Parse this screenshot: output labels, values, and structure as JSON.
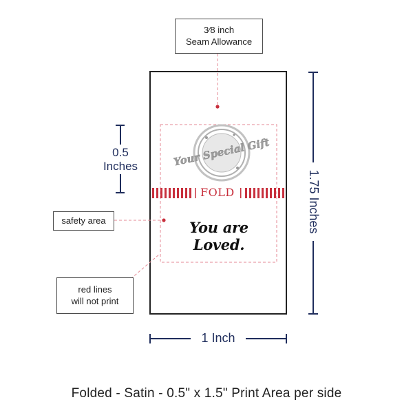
{
  "callouts": {
    "seam_line1": "3⁄8 inch",
    "seam_line2": "Seam Allowance",
    "safety_area": "safety area",
    "red_lines_line1": "red lines",
    "red_lines_line2": "will not print"
  },
  "dimensions": {
    "height_value": "0.5",
    "height_unit": "Inches",
    "total_height": "1.75 Inches",
    "width": "1 Inch"
  },
  "label": {
    "fold_text": "FOLD",
    "message": "You are Loved.",
    "logo_text": "Your Special Gift"
  },
  "caption": "Folded - Satin - 0.5\" x 1.5\" Print Area per side",
  "colors": {
    "navy": "#1f2d5c",
    "red": "#c8303d",
    "outline": "#222222",
    "dashed_pink": "#e58a95",
    "logo_gray": "#a9a9a9"
  }
}
